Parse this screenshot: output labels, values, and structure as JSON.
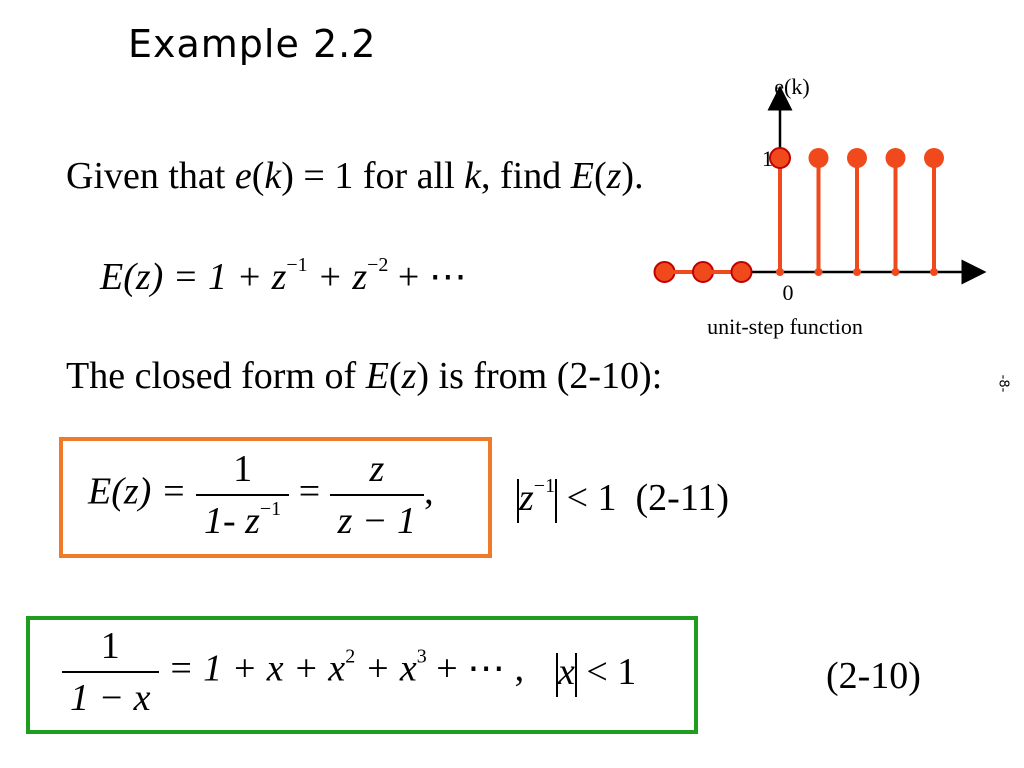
{
  "slide": {
    "title": "Example 2.2",
    "page_marker": "-8-"
  },
  "given": {
    "text1": "Given that ",
    "e": "e",
    "k": "k",
    "text2": " = 1 for all ",
    "text3": ", find ",
    "E": "E",
    "z": "z",
    "end": "."
  },
  "series_eq": {
    "lhs": "E(z) = 1 + z",
    "exp1": "−1",
    "plus": " + z",
    "exp2": "−2",
    "tail": " + ⋯"
  },
  "closed_form_text": {
    "pre": "The closed form of ",
    "E": "E",
    "z": "z",
    "post": " is from (2-10):"
  },
  "eq_211": {
    "lhs": "E(z) = ",
    "frac1_num": "1",
    "frac1_den": "1- z",
    "frac1_den_exp": "−1",
    "eq": " = ",
    "frac2_num": "z",
    "frac2_den": "z − 1",
    "comma": ",",
    "cond_z": "z",
    "cond_exp": "−1",
    "cond_rhs": " < 1",
    "label": "(2-11)"
  },
  "eq_210": {
    "frac_num": "1",
    "frac_den": "1 − x",
    "rhs": " = 1 + x + x",
    "exp2": "2",
    "plus3": " + x",
    "exp3": "3",
    "tail": " + ⋯ ,",
    "cond_x": "x",
    "cond_rhs": " < 1",
    "label": "(2-10)"
  },
  "chart_data": {
    "type": "stem",
    "ylabel": "e(k)",
    "xlabel": "",
    "caption": "unit-step function",
    "origin_label": "0",
    "y_tick_label": "1",
    "x": [
      -3,
      -2,
      -1,
      0,
      1,
      2,
      3,
      4
    ],
    "values": [
      0,
      0,
      0,
      1,
      1,
      1,
      1,
      1
    ],
    "colors": {
      "stem": "#f04a1c",
      "axis": "#000000"
    }
  }
}
